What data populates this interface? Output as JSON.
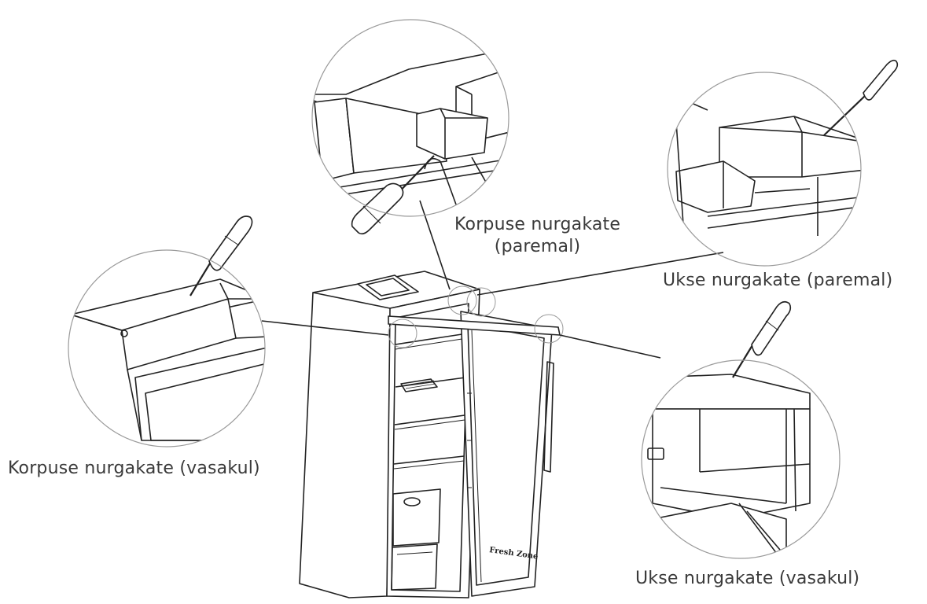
{
  "labels": {
    "cabinet_right_line1": "Korpuse nurgakate",
    "cabinet_right_line2": "(paremal)",
    "door_right": "Ukse nurgakate (paremal)",
    "cabinet_left": "Korpuse nurgakate (vasakul)",
    "door_left": "Ukse nurgakate (vasakul)"
  },
  "door_text": "Fresh Zone",
  "colors": {
    "line": "#222222",
    "circle": "#9a9a9a",
    "label": "#3a3a3a"
  }
}
